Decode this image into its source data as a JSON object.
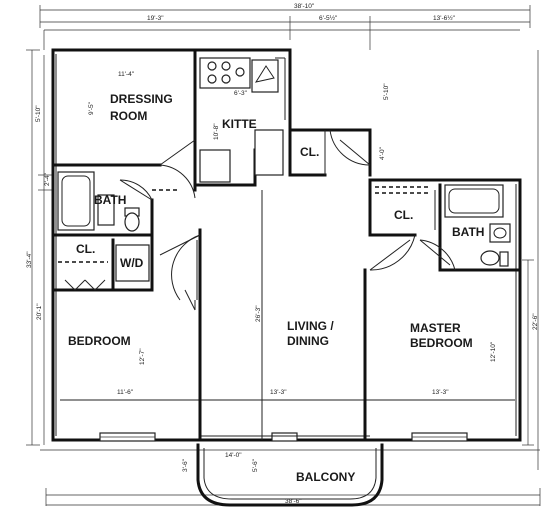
{
  "rooms": {
    "dressing_room_line1": "DRESSING",
    "dressing_room_line2": "ROOM",
    "kitchen": "KITTE",
    "closet_kitchen": "CL.",
    "bath_left": "BATH",
    "closet_left": "CL.",
    "washer_dryer": "W/D",
    "bedroom": "BEDROOM",
    "living_line1": "LIVING /",
    "living_line2": "DINING",
    "closet_master": "CL.",
    "bath_right": "BATH",
    "master_line1": "MASTER",
    "master_line2": "BEDROOM",
    "balcony": "BALCONY"
  },
  "dimensions": {
    "overall_top": "38'-10\"",
    "top_left": "19'-3\"",
    "top_mid": "6'-5½\"",
    "top_right": "13'-6½\"",
    "dressing_width": "11'-4\"",
    "dressing_depth": "9'-5\"",
    "kitchen_width": "6'-3\"",
    "kitchen_depth": "10'-8\"",
    "closet_depth": "5'-10\"",
    "closet_small": "4'-0\"",
    "left_top": "5'-10\"",
    "left_overall": "33'-4\"",
    "left_lower": "20'-1\"",
    "left_small": "2'-4\"",
    "bedroom_width": "11'-6\"",
    "bedroom_depth": "12'-7\"",
    "living_width": "13'-3\"",
    "living_depth": "26'-3\"",
    "master_width": "13'-3\"",
    "master_depth": "12'-10\"",
    "right_overall": "22'-6\"",
    "balcony_width": "14'-0\"",
    "balcony_depth": "3'-6\"",
    "balcony_inner": "5'-6\"",
    "overall_bottom": "38'-6\""
  }
}
